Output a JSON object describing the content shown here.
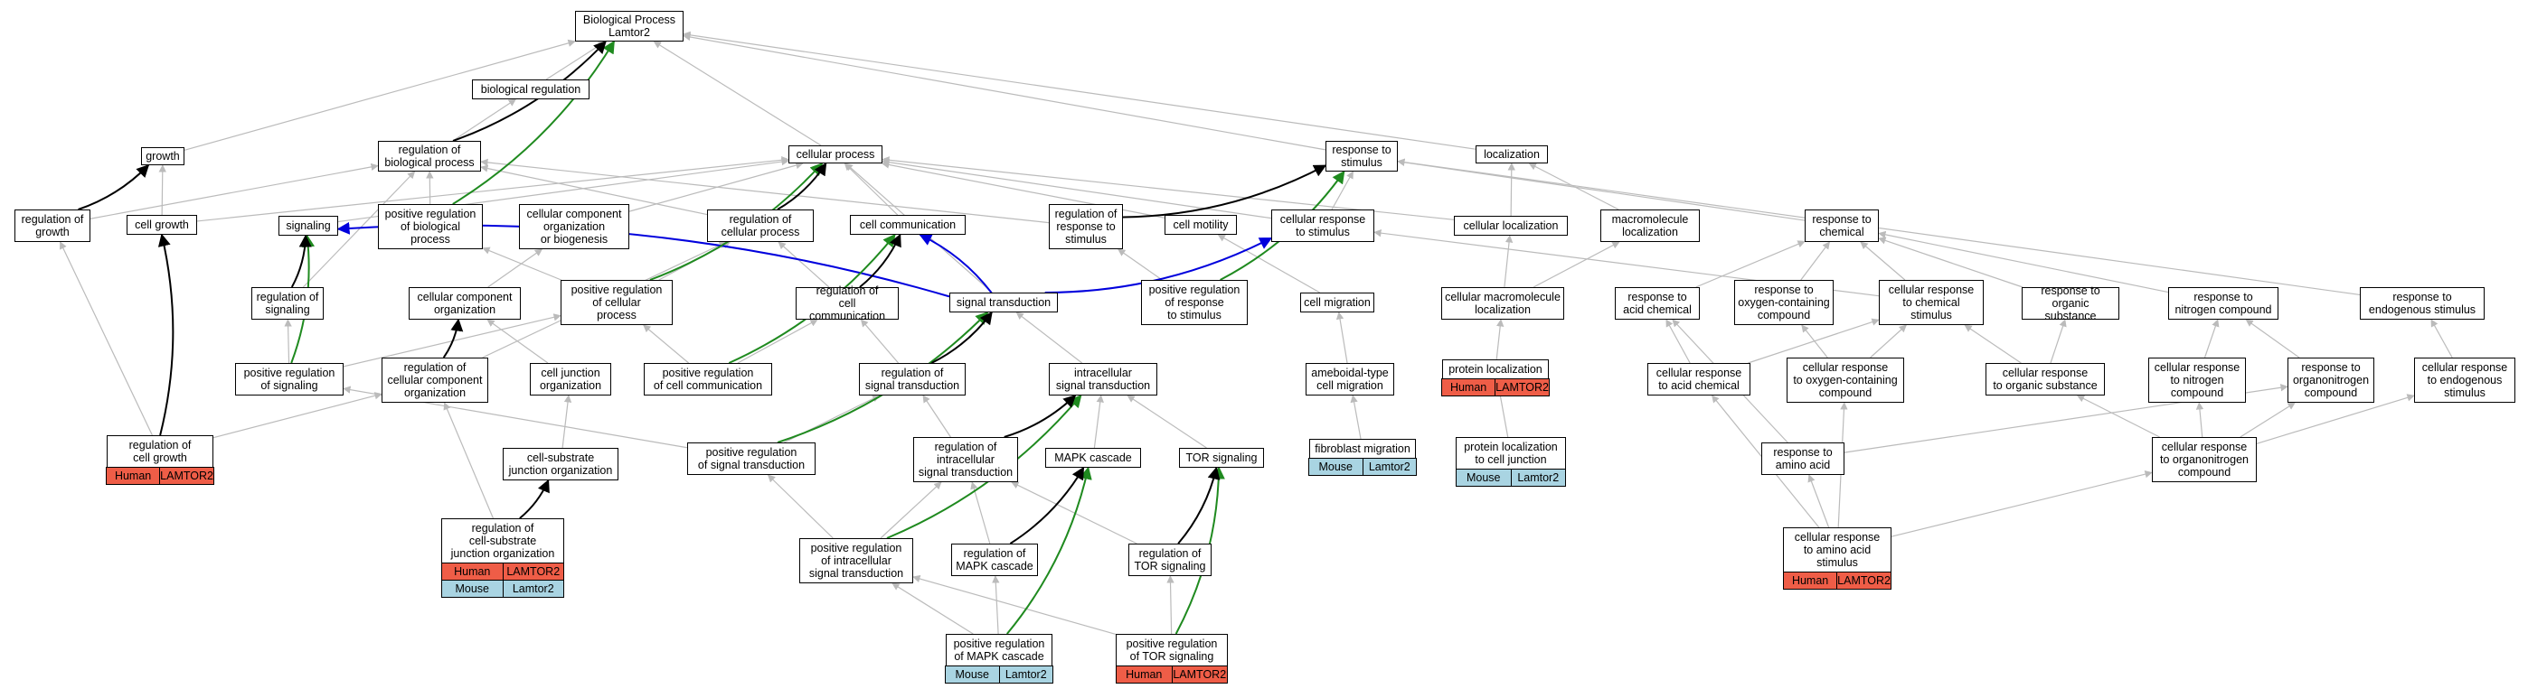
{
  "graph": {
    "colors": {
      "is_a": "#bbbbbb",
      "part_of": "#000000",
      "positively_regulates": "#1f8a1f",
      "regulates": "#0000dd",
      "human": "#ef5d47",
      "mouse": "#a9d4e2"
    },
    "nodes": [
      {
        "id": "root",
        "label": "Biological Process\nLamtor2"
      },
      {
        "id": "bioreg",
        "label": "biological regulation"
      },
      {
        "id": "growth",
        "label": "growth"
      },
      {
        "id": "regbio",
        "label": "regulation of\nbiological process"
      },
      {
        "id": "cellproc",
        "label": "cellular process"
      },
      {
        "id": "respstim",
        "label": "response to\nstimulus"
      },
      {
        "id": "loc",
        "label": "localization"
      },
      {
        "id": "reggrowth",
        "label": "regulation of\ngrowth"
      },
      {
        "id": "cellgrowth",
        "label": "cell growth"
      },
      {
        "id": "signaling",
        "label": "signaling"
      },
      {
        "id": "posregbio",
        "label": "positive regulation\nof biological\nprocess"
      },
      {
        "id": "ccorg",
        "label": "cellular component\norganization\nor biogenesis"
      },
      {
        "id": "regcellproc",
        "label": "regulation of\ncellular process"
      },
      {
        "id": "cellcomm",
        "label": "cell communication"
      },
      {
        "id": "regresp",
        "label": "regulation of\nresponse to\nstimulus"
      },
      {
        "id": "cellmot",
        "label": "cell motility"
      },
      {
        "id": "cellresp",
        "label": "cellular response\nto stimulus"
      },
      {
        "id": "cellloc",
        "label": "cellular localization"
      },
      {
        "id": "macroloc",
        "label": "macromolecule\nlocalization"
      },
      {
        "id": "respchem",
        "label": "response to\nchemical"
      },
      {
        "id": "regsig",
        "label": "regulation of\nsignaling"
      },
      {
        "id": "ccorg2",
        "label": "cellular component\norganization"
      },
      {
        "id": "posregcell",
        "label": "positive regulation\nof cellular\nprocess"
      },
      {
        "id": "regcellcomm",
        "label": "regulation of\ncell communication"
      },
      {
        "id": "sigtrans",
        "label": "signal transduction"
      },
      {
        "id": "posregresp",
        "label": "positive regulation\nof response\nto stimulus"
      },
      {
        "id": "cellmig",
        "label": "cell migration"
      },
      {
        "id": "cmloc",
        "label": "cellular macromolecule\nlocalization"
      },
      {
        "id": "respacid",
        "label": "response to\nacid chemical"
      },
      {
        "id": "respoxy",
        "label": "response to\noxygen-containing\ncompound"
      },
      {
        "id": "cellrespchem",
        "label": "cellular response\nto chemical\nstimulus"
      },
      {
        "id": "resporg",
        "label": "response to\norganic substance"
      },
      {
        "id": "respnitro",
        "label": "response to\nnitrogen compound"
      },
      {
        "id": "respendo",
        "label": "response to\nendogenous stimulus"
      },
      {
        "id": "posregsig",
        "label": "positive regulation\nof signaling"
      },
      {
        "id": "regccorg",
        "label": "regulation of\ncellular component\norganization"
      },
      {
        "id": "celljunc",
        "label": "cell junction\norganization"
      },
      {
        "id": "posregcc",
        "label": "positive regulation\nof cell communication"
      },
      {
        "id": "regsigtrans",
        "label": "regulation of\nsignal transduction"
      },
      {
        "id": "intrasig",
        "label": "intracellular\nsignal transduction"
      },
      {
        "id": "amoeboid",
        "label": "ameboidal-type\ncell migration"
      },
      {
        "id": "protloc",
        "label": "protein localization"
      },
      {
        "id": "cellrespacid",
        "label": "cellular response\nto acid chemical"
      },
      {
        "id": "cellrespoxy",
        "label": "cellular response\nto oxygen-containing\ncompound"
      },
      {
        "id": "cellresporg",
        "label": "cellular response\nto organic substance"
      },
      {
        "id": "cellrespnitro",
        "label": "cellular response\nto nitrogen\ncompound"
      },
      {
        "id": "resporgnitro",
        "label": "response to\norganonitrogen\ncompound"
      },
      {
        "id": "cellrespendo",
        "label": "cellular response\nto endogenous\nstimulus"
      },
      {
        "id": "regcellgrowth",
        "label": "regulation of\ncell growth"
      },
      {
        "id": "cellsub",
        "label": "cell-substrate\njunction organization"
      },
      {
        "id": "posregsigtrans",
        "label": "positive regulation\nof signal transduction"
      },
      {
        "id": "regintra",
        "label": "regulation of\nintracellular\nsignal transduction"
      },
      {
        "id": "mapk",
        "label": "MAPK cascade"
      },
      {
        "id": "tor",
        "label": "TOR signaling"
      },
      {
        "id": "fibmig",
        "label": "fibroblast migration"
      },
      {
        "id": "protloccj",
        "label": "protein localization\nto cell junction"
      },
      {
        "id": "respamino",
        "label": "response to\namino acid"
      },
      {
        "id": "cellresporgnitro",
        "label": "cellular response\nto organonitrogen\ncompound"
      },
      {
        "id": "regcellsub",
        "label": "regulation of\ncell-substrate\njunction organization"
      },
      {
        "id": "posregintra",
        "label": "positive regulation\nof intracellular\nsignal transduction"
      },
      {
        "id": "regmapk",
        "label": "regulation of\nMAPK cascade"
      },
      {
        "id": "regtor",
        "label": "regulation of\nTOR signaling"
      },
      {
        "id": "cellrespamino",
        "label": "cellular response\nto amino acid\nstimulus"
      },
      {
        "id": "posregmapk",
        "label": "positive regulation\nof MAPK cascade"
      },
      {
        "id": "posregtor",
        "label": "positive regulation\nof TOR signaling"
      }
    ],
    "annotations": [
      {
        "node": "regcellgrowth",
        "species": "Human",
        "gene": "LAMTOR2",
        "color": "orange"
      },
      {
        "node": "protloc",
        "species": "Human",
        "gene": "LAMTOR2",
        "color": "orange"
      },
      {
        "node": "fibmig",
        "species": "Mouse",
        "gene": "Lamtor2",
        "color": "blue"
      },
      {
        "node": "protloccj",
        "species": "Mouse",
        "gene": "Lamtor2",
        "color": "blue"
      },
      {
        "node": "regcellsub",
        "species": "Human",
        "gene": "LAMTOR2",
        "color": "orange"
      },
      {
        "node": "regcellsub",
        "species": "Mouse",
        "gene": "Lamtor2",
        "color": "blue"
      },
      {
        "node": "cellrespamino",
        "species": "Human",
        "gene": "LAMTOR2",
        "color": "orange"
      },
      {
        "node": "posregmapk",
        "species": "Mouse",
        "gene": "Lamtor2",
        "color": "blue"
      },
      {
        "node": "posregtor",
        "species": "Human",
        "gene": "LAMTOR2",
        "color": "orange"
      }
    ],
    "edges": [
      {
        "from": "bioreg",
        "to": "root",
        "type": "is_a"
      },
      {
        "from": "growth",
        "to": "root",
        "type": "is_a"
      },
      {
        "from": "regbio",
        "to": "root",
        "type": "part_of"
      },
      {
        "from": "regbio",
        "to": "bioreg",
        "type": "is_a"
      },
      {
        "from": "cellproc",
        "to": "root",
        "type": "is_a"
      },
      {
        "from": "respstim",
        "to": "root",
        "type": "is_a"
      },
      {
        "from": "loc",
        "to": "root",
        "type": "is_a"
      },
      {
        "from": "posregbio",
        "to": "root",
        "type": "positively_regulates"
      },
      {
        "from": "posregbio",
        "to": "regbio",
        "type": "is_a"
      },
      {
        "from": "reggrowth",
        "to": "growth",
        "type": "part_of"
      },
      {
        "from": "reggrowth",
        "to": "regbio",
        "type": "is_a"
      },
      {
        "from": "cellgrowth",
        "to": "growth",
        "type": "is_a"
      },
      {
        "from": "cellgrowth",
        "to": "cellproc",
        "type": "is_a"
      },
      {
        "from": "signaling",
        "to": "cellproc",
        "type": "is_a"
      },
      {
        "from": "ccorg",
        "to": "cellproc",
        "type": "is_a"
      },
      {
        "from": "regcellproc",
        "to": "cellproc",
        "type": "part_of"
      },
      {
        "from": "regcellproc",
        "to": "regbio",
        "type": "is_a"
      },
      {
        "from": "cellcomm",
        "to": "cellproc",
        "type": "is_a"
      },
      {
        "from": "regresp",
        "to": "respstim",
        "type": "part_of"
      },
      {
        "from": "regresp",
        "to": "regbio",
        "type": "is_a"
      },
      {
        "from": "cellmot",
        "to": "cellproc",
        "type": "is_a"
      },
      {
        "from": "cellresp",
        "to": "respstim",
        "type": "is_a"
      },
      {
        "from": "cellresp",
        "to": "cellproc",
        "type": "is_a"
      },
      {
        "from": "cellloc",
        "to": "loc",
        "type": "is_a"
      },
      {
        "from": "cellloc",
        "to": "cellproc",
        "type": "is_a"
      },
      {
        "from": "macroloc",
        "to": "loc",
        "type": "is_a"
      },
      {
        "from": "respchem",
        "to": "respstim",
        "type": "is_a"
      },
      {
        "from": "regsig",
        "to": "signaling",
        "type": "part_of"
      },
      {
        "from": "regsig",
        "to": "regbio",
        "type": "is_a"
      },
      {
        "from": "posregcell",
        "to": "cellproc",
        "type": "positively_regulates"
      },
      {
        "from": "posregcell",
        "to": "regcellproc",
        "type": "is_a"
      },
      {
        "from": "posregcell",
        "to": "posregbio",
        "type": "is_a"
      },
      {
        "from": "ccorg2",
        "to": "ccorg",
        "type": "is_a"
      },
      {
        "from": "regcellcomm",
        "to": "cellcomm",
        "type": "part_of"
      },
      {
        "from": "regcellcomm",
        "to": "regcellproc",
        "type": "is_a"
      },
      {
        "from": "sigtrans",
        "to": "signaling",
        "type": "regulates"
      },
      {
        "from": "sigtrans",
        "to": "cellcomm",
        "type": "regulates"
      },
      {
        "from": "sigtrans",
        "to": "cellresp",
        "type": "regulates"
      },
      {
        "from": "sigtrans",
        "to": "cellproc",
        "type": "is_a"
      },
      {
        "from": "posregresp",
        "to": "respstim",
        "type": "positively_regulates"
      },
      {
        "from": "posregresp",
        "to": "regresp",
        "type": "is_a"
      },
      {
        "from": "cellmig",
        "to": "cellmot",
        "type": "is_a"
      },
      {
        "from": "cmloc",
        "to": "cellloc",
        "type": "is_a"
      },
      {
        "from": "cmloc",
        "to": "macroloc",
        "type": "is_a"
      },
      {
        "from": "respacid",
        "to": "respchem",
        "type": "is_a"
      },
      {
        "from": "respoxy",
        "to": "respchem",
        "type": "is_a"
      },
      {
        "from": "cellrespchem",
        "to": "respchem",
        "type": "is_a"
      },
      {
        "from": "cellrespchem",
        "to": "cellresp",
        "type": "is_a"
      },
      {
        "from": "resporg",
        "to": "respchem",
        "type": "is_a"
      },
      {
        "from": "respnitro",
        "to": "respchem",
        "type": "is_a"
      },
      {
        "from": "respendo",
        "to": "respstim",
        "type": "is_a"
      },
      {
        "from": "posregsig",
        "to": "signaling",
        "type": "positively_regulates"
      },
      {
        "from": "posregsig",
        "to": "regsig",
        "type": "is_a"
      },
      {
        "from": "posregsig",
        "to": "posregcell",
        "type": "is_a"
      },
      {
        "from": "regccorg",
        "to": "ccorg2",
        "type": "part_of"
      },
      {
        "from": "regccorg",
        "to": "regcellproc",
        "type": "is_a"
      },
      {
        "from": "celljunc",
        "to": "ccorg2",
        "type": "is_a"
      },
      {
        "from": "posregcc",
        "to": "cellcomm",
        "type": "positively_regulates"
      },
      {
        "from": "posregcc",
        "to": "regcellcomm",
        "type": "is_a"
      },
      {
        "from": "posregcc",
        "to": "posregcell",
        "type": "is_a"
      },
      {
        "from": "regsigtrans",
        "to": "sigtrans",
        "type": "part_of"
      },
      {
        "from": "regsigtrans",
        "to": "regcellcomm",
        "type": "is_a"
      },
      {
        "from": "intrasig",
        "to": "sigtrans",
        "type": "is_a"
      },
      {
        "from": "amoeboid",
        "to": "cellmig",
        "type": "is_a"
      },
      {
        "from": "protloc",
        "to": "cmloc",
        "type": "is_a"
      },
      {
        "from": "cellrespacid",
        "to": "respacid",
        "type": "is_a"
      },
      {
        "from": "cellrespacid",
        "to": "cellrespchem",
        "type": "is_a"
      },
      {
        "from": "cellrespoxy",
        "to": "respoxy",
        "type": "is_a"
      },
      {
        "from": "cellrespoxy",
        "to": "cellrespchem",
        "type": "is_a"
      },
      {
        "from": "cellresporg",
        "to": "resporg",
        "type": "is_a"
      },
      {
        "from": "cellresporg",
        "to": "cellrespchem",
        "type": "is_a"
      },
      {
        "from": "cellrespnitro",
        "to": "respnitro",
        "type": "is_a"
      },
      {
        "from": "resporgnitro",
        "to": "respnitro",
        "type": "is_a"
      },
      {
        "from": "cellrespendo",
        "to": "respendo",
        "type": "is_a"
      },
      {
        "from": "regcellgrowth",
        "to": "cellgrowth",
        "type": "part_of"
      },
      {
        "from": "regcellgrowth",
        "to": "reggrowth",
        "type": "is_a"
      },
      {
        "from": "regcellgrowth",
        "to": "regccorg",
        "type": "is_a"
      },
      {
        "from": "cellsub",
        "to": "celljunc",
        "type": "is_a"
      },
      {
        "from": "posregsigtrans",
        "to": "sigtrans",
        "type": "positively_regulates"
      },
      {
        "from": "posregsigtrans",
        "to": "regsigtrans",
        "type": "is_a"
      },
      {
        "from": "posregsigtrans",
        "to": "posregsig",
        "type": "is_a"
      },
      {
        "from": "regintra",
        "to": "intrasig",
        "type": "part_of"
      },
      {
        "from": "regintra",
        "to": "regsigtrans",
        "type": "is_a"
      },
      {
        "from": "mapk",
        "to": "intrasig",
        "type": "is_a"
      },
      {
        "from": "tor",
        "to": "intrasig",
        "type": "is_a"
      },
      {
        "from": "fibmig",
        "to": "amoeboid",
        "type": "is_a"
      },
      {
        "from": "protloccj",
        "to": "protloc",
        "type": "is_a"
      },
      {
        "from": "respamino",
        "to": "respacid",
        "type": "is_a"
      },
      {
        "from": "respamino",
        "to": "resporgnitro",
        "type": "is_a"
      },
      {
        "from": "cellresporgnitro",
        "to": "resporgnitro",
        "type": "is_a"
      },
      {
        "from": "cellresporgnitro",
        "to": "cellrespnitro",
        "type": "is_a"
      },
      {
        "from": "cellresporgnitro",
        "to": "cellresporg",
        "type": "is_a"
      },
      {
        "from": "cellresporgnitro",
        "to": "cellrespendo",
        "type": "is_a"
      },
      {
        "from": "regcellsub",
        "to": "cellsub",
        "type": "part_of"
      },
      {
        "from": "regcellsub",
        "to": "regccorg",
        "type": "is_a"
      },
      {
        "from": "posregintra",
        "to": "intrasig",
        "type": "positively_regulates"
      },
      {
        "from": "posregintra",
        "to": "regintra",
        "type": "is_a"
      },
      {
        "from": "posregintra",
        "to": "posregsigtrans",
        "type": "is_a"
      },
      {
        "from": "regmapk",
        "to": "mapk",
        "type": "part_of"
      },
      {
        "from": "regmapk",
        "to": "regintra",
        "type": "is_a"
      },
      {
        "from": "regtor",
        "to": "tor",
        "type": "part_of"
      },
      {
        "from": "regtor",
        "to": "regintra",
        "type": "is_a"
      },
      {
        "from": "cellrespamino",
        "to": "respamino",
        "type": "is_a"
      },
      {
        "from": "cellrespamino",
        "to": "cellrespacid",
        "type": "is_a"
      },
      {
        "from": "cellrespamino",
        "to": "cellrespoxy",
        "type": "is_a"
      },
      {
        "from": "cellrespamino",
        "to": "cellresporgnitro",
        "type": "is_a"
      },
      {
        "from": "posregmapk",
        "to": "mapk",
        "type": "positively_regulates"
      },
      {
        "from": "posregmapk",
        "to": "regmapk",
        "type": "is_a"
      },
      {
        "from": "posregmapk",
        "to": "posregintra",
        "type": "is_a"
      },
      {
        "from": "posregtor",
        "to": "tor",
        "type": "positively_regulates"
      },
      {
        "from": "posregtor",
        "to": "regtor",
        "type": "is_a"
      },
      {
        "from": "posregtor",
        "to": "posregintra",
        "type": "is_a"
      }
    ]
  }
}
